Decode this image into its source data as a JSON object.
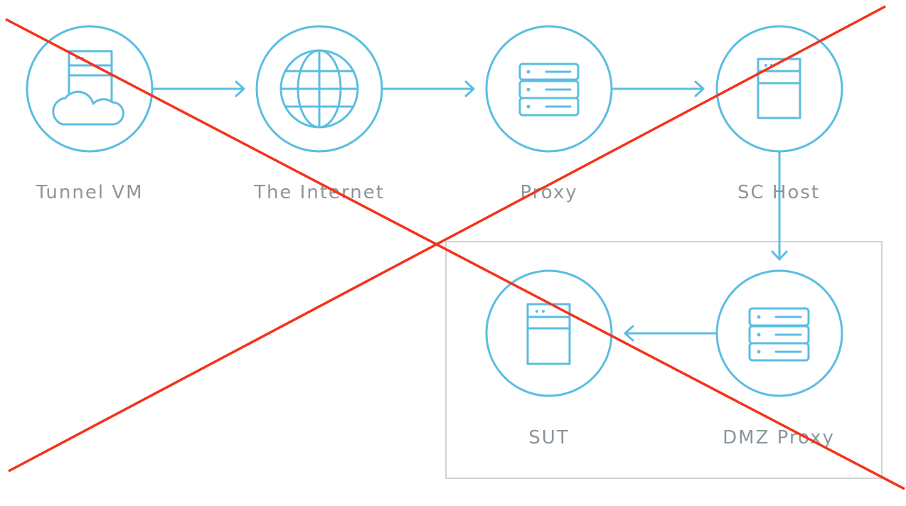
{
  "nodes": {
    "tunnel_vm": {
      "label": "Tunnel VM",
      "icon": "server-cloud-icon"
    },
    "internet": {
      "label": "The Internet",
      "icon": "globe-icon"
    },
    "proxy": {
      "label": "Proxy",
      "icon": "server-rack-icon"
    },
    "sc_host": {
      "label": "SC Host",
      "icon": "server-tower-icon"
    },
    "sut": {
      "label": "SUT",
      "icon": "server-tower-icon"
    },
    "dmz_proxy": {
      "label": "DMZ Proxy",
      "icon": "server-rack-icon"
    }
  },
  "edges": [
    {
      "from": "Tunnel VM",
      "to": "The Internet"
    },
    {
      "from": "The Internet",
      "to": "Proxy"
    },
    {
      "from": "Proxy",
      "to": "SC Host"
    },
    {
      "from": "SC Host",
      "to": "DMZ Proxy"
    },
    {
      "from": "DMZ Proxy",
      "to": "SUT"
    }
  ],
  "colors": {
    "icon_blue": "#5bbde2",
    "label_gray": "#8c959c",
    "strike_red": "#f5321a",
    "group_border": "#c4c4c4"
  }
}
